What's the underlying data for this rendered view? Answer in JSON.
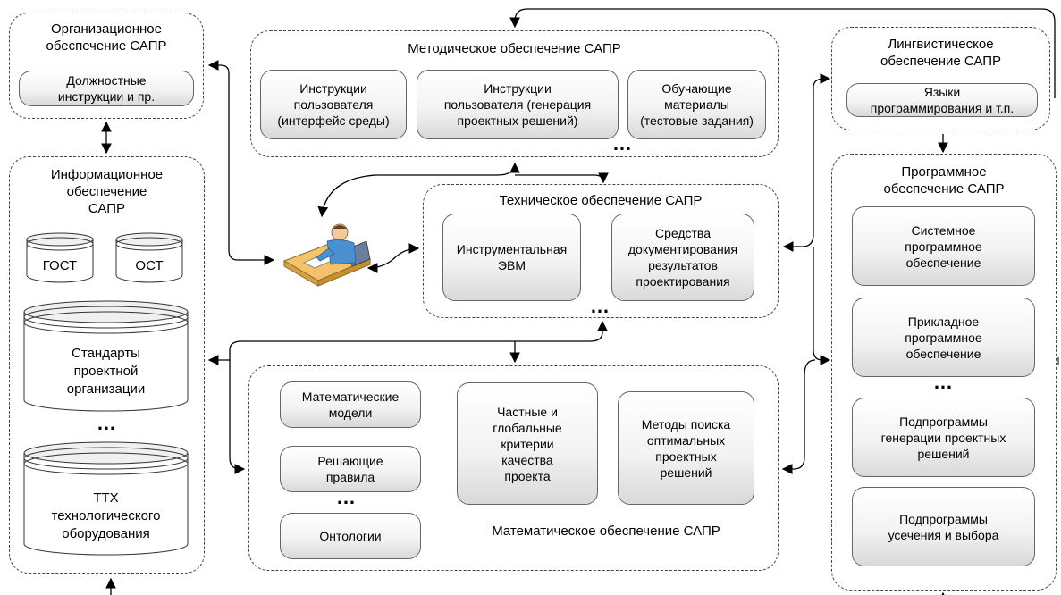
{
  "org": {
    "title": "Организационное\nобеспечение САПР",
    "item": "Должностные\nинструкции и пр."
  },
  "method": {
    "title": "Методическое обеспечение САПР",
    "items": [
      "Инструкции\nпользователя\n(интерфейс среды)",
      "Инструкции\nпользователя (генерация\nпроектных решений)",
      "Обучающие\nматериалы\n(тестовые задания)"
    ],
    "more": "…"
  },
  "ling": {
    "title": "Лингвистическое\nобеспечение САПР",
    "item": "Языки\nпрограммирования и т.п."
  },
  "info": {
    "title": "Информационное\nобеспечение\nСАПР",
    "gost": "ГОСТ",
    "ost": "ОСТ",
    "standards": "Стандарты\nпроектной\nорганизации",
    "more": "…",
    "ttx": "ТТХ\nтехнологического\nоборудования"
  },
  "tech": {
    "title": "Техническое обеспечение САПР",
    "items": [
      "Инструментальная\nЭВМ",
      "Средства\nдокументирования\nрезультатов\nпроектирования"
    ],
    "more": "…"
  },
  "soft": {
    "title": "Программное\nобеспечение САПР",
    "items": [
      "Системное\nпрограммное\nобеспечение",
      "Прикладное\nпрограммное\nобеспечение",
      "Подпрограммы\nгенерации проектных\nрешений",
      "Подпрограммы\nусечения и выбора"
    ],
    "more": "…"
  },
  "math": {
    "title": "Математическое обеспечение САПР",
    "left": [
      "Математические\nмодели",
      "Решающие\nправила",
      "Онтологии"
    ],
    "left_more": "…",
    "criteria": "Частные и\nглобальные\nкритерии\nкачества\nпроекта",
    "methods": "Методы поиска\nоптимальных\nпроектных\nрешений"
  },
  "colors": {
    "border": "#444444",
    "pill_top": "#ffffff",
    "pill_bottom": "#d9d9d9",
    "person_shirt": "#4a8fd0",
    "desk": "#f2c26b"
  }
}
